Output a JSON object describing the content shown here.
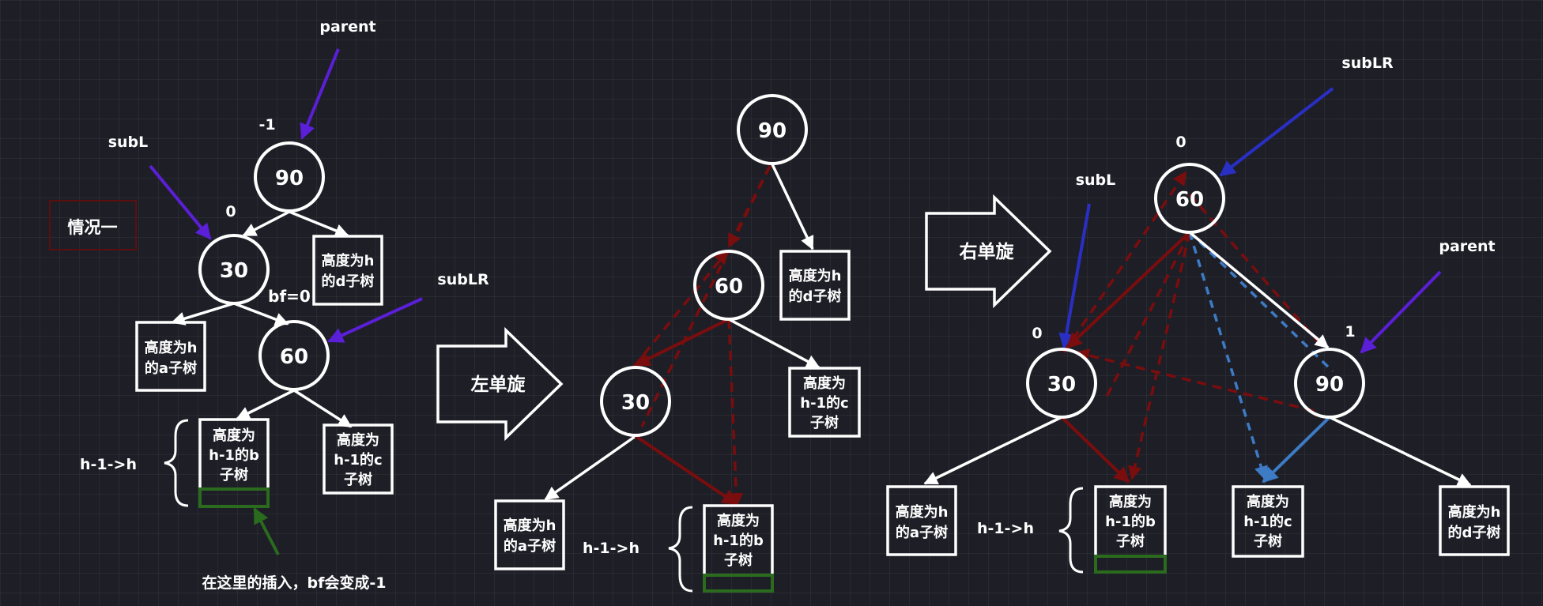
{
  "stage1": {
    "case_label": "情况一",
    "parent_label": "parent",
    "subL_label": "subL",
    "subLR_label": "subLR",
    "bf_root": "-1",
    "bf_30": "0",
    "bf_60": "bf=0",
    "node_90": "90",
    "node_30": "30",
    "node_60": "60",
    "tree_d": [
      "高度为h",
      "的d子树"
    ],
    "tree_a": [
      "高度为h",
      "的a子树"
    ],
    "tree_b": [
      "高度为",
      "h-1的b",
      "子树"
    ],
    "tree_c": [
      "高度为",
      "h-1的c",
      "子树"
    ],
    "height_change": "h-1->h",
    "insert_note": "在这里的插入，bf会变成-1"
  },
  "arrow_left": "左单旋",
  "stage2": {
    "node_90": "90",
    "node_60": "60",
    "node_30": "30",
    "tree_d": [
      "高度为h",
      "的d子树"
    ],
    "tree_c": [
      "高度为",
      "h-1的c",
      "子树"
    ],
    "tree_a": [
      "高度为h",
      "的a子树"
    ],
    "tree_b": [
      "高度为",
      "h-1的b",
      "子树"
    ],
    "height_change": "h-1->h"
  },
  "arrow_right": "右单旋",
  "stage3": {
    "subLR_label": "subLR",
    "subL_label": "subL",
    "parent_label": "parent",
    "bf_60": "0",
    "bf_30": "0",
    "bf_90": "1",
    "node_60": "60",
    "node_30": "30",
    "node_90": "90",
    "tree_a": [
      "高度为h",
      "的a子树"
    ],
    "tree_b": [
      "高度为",
      "h-1的b",
      "子树"
    ],
    "tree_c": [
      "高度为",
      "h-1的c",
      "子树"
    ],
    "tree_d": [
      "高度为h",
      "的d子树"
    ],
    "height_change": "h-1->h"
  },
  "colors": {
    "background": "#1e1e27",
    "dark_red": "#7a0d0d",
    "purple": "#5a1fd6",
    "navy": "#2a2fc4",
    "blue": "#3d7bc4",
    "green": "#2a6b1e"
  }
}
